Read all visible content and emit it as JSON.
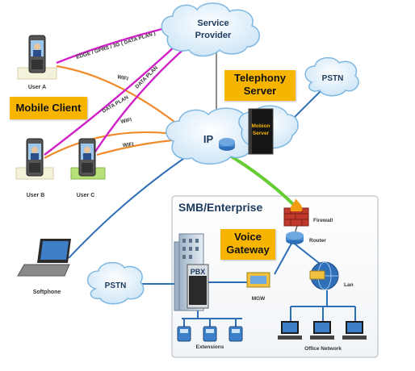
{
  "callouts": {
    "mobile_client": "Mobile Client",
    "telephony_server_line1": "Telephony",
    "telephony_server_line2": "Server",
    "voice_gateway_line1": "Voice",
    "voice_gateway_line2": "Gateway"
  },
  "clouds": {
    "service_provider_line1": "Service",
    "service_provider_line2": "Provider",
    "ip": "IP",
    "pstn_top": "PSTN",
    "pstn_bottom": "PSTN"
  },
  "server": {
    "line1": "Mobion",
    "line2": "Server"
  },
  "users": {
    "a": "User A",
    "b": "User B",
    "c": "User C",
    "softphone": "Softphone"
  },
  "links": {
    "edge_gprs": "EDGE / GPRS / 3G ( DATA PLAN )",
    "wifi_a": "WIFI",
    "data_plan_b": "DATA PLAN",
    "data_plan_c": "DATA PLAN",
    "wifi_b": "WIFI",
    "wifi_c": "WIFI"
  },
  "enterprise": {
    "title": "SMB/Enterprise",
    "firewall": "Firewall",
    "router": "Router",
    "pbx": "PBX",
    "mgw": "MGW",
    "lan": "Lan",
    "extensions": "Extensions",
    "office_network": "Office Network"
  },
  "colors": {
    "callout": "#f7b500",
    "wifi_line": "#f08a2a",
    "data_plan_line": "#d020c8",
    "backbone_green": "#66cc33",
    "link_blue": "#2f6fb8",
    "cloud": "#dff0fb",
    "cloud_stroke": "#7fb8e0"
  }
}
